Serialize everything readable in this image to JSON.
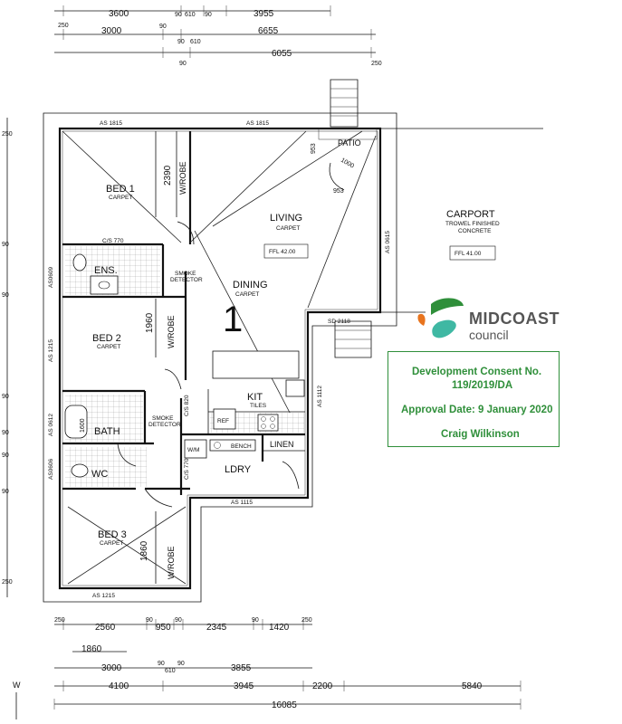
{
  "rooms": {
    "bed1": {
      "name": "BED 1",
      "floor": "CARPET"
    },
    "bed2": {
      "name": "BED 2",
      "floor": "CARPET"
    },
    "bed3": {
      "name": "BED 3",
      "floor": "CARPET"
    },
    "ens": "ENS.",
    "living": {
      "name": "LIVING",
      "floor": "CARPET"
    },
    "dining": {
      "name": "DINING",
      "floor": "CARPET"
    },
    "kit": {
      "name": "KIT",
      "floor": "TILES"
    },
    "bath": "BATH",
    "wc": "WC",
    "ldry": "LDRY",
    "linen": "LINEN",
    "patio": "PATIO",
    "carport": {
      "name": "CARPORT",
      "floor1": "TROWEL FINISHED",
      "floor2": "CONCRETE"
    },
    "robe": "W/ROBE",
    "refrigerator": "REF",
    "bench": "BENCH",
    "wm": "W/M",
    "smoke": {
      "line1": "SMOKE",
      "line2": "DETECTOR"
    },
    "unit_number": "1"
  },
  "levels": {
    "house": "FFL 42.00",
    "carport": "FFL 41.00"
  },
  "windows": {
    "top1": "AS 1815",
    "top2": "AS 1815",
    "bed2": "AS 1215",
    "bed3": "AS 1215",
    "right": "AS 0615",
    "kit": "AS 1112",
    "ldry": "AS 1115",
    "left1": "AS0609",
    "left2": "AS 0612",
    "left3": "AS0606",
    "sd": "SD 2118",
    "ens_win": "C/S 770",
    "bath_win": "C/S 820",
    "wc_win": "C/S 770"
  },
  "room_dims": {
    "bed1": "2390",
    "bed2": "1960",
    "bed3": "1860",
    "bath": "1600",
    "patio_a": "953",
    "patio_b": "953",
    "patio_c": "1000"
  },
  "top_dims": {
    "row1": [
      "3600",
      "90",
      "610",
      "90",
      "3955"
    ],
    "row2": [
      "250",
      "3000",
      "90",
      "6655"
    ],
    "row3": [
      "90",
      "610",
      "90",
      "6055",
      "250"
    ]
  },
  "bottom_dims": {
    "row1": [
      "250",
      "2560",
      "90",
      "950",
      "90",
      "2345",
      "90",
      "1420",
      "250"
    ],
    "row2": [
      "1860"
    ],
    "row3": [
      "3000",
      "90",
      "610",
      "90",
      "3855"
    ],
    "row4": [
      "4100",
      "3945",
      "2200",
      "5840"
    ],
    "row5": [
      "16085"
    ]
  },
  "side_dims": [
    "250",
    "90",
    "90",
    "90",
    "90",
    "90",
    "90",
    "250"
  ],
  "north": "W",
  "council": {
    "word1": "MIDCOAST",
    "word2": "council",
    "colors": {
      "green": "#2f8f3a",
      "orange": "#e8741e",
      "teal": "#3fb8a3"
    }
  },
  "consent": {
    "line1": "Development Consent No.",
    "line2": "119/2019/DA",
    "line3": "Approval Date: 9 January 2020",
    "line4": "Craig Wilkinson"
  }
}
